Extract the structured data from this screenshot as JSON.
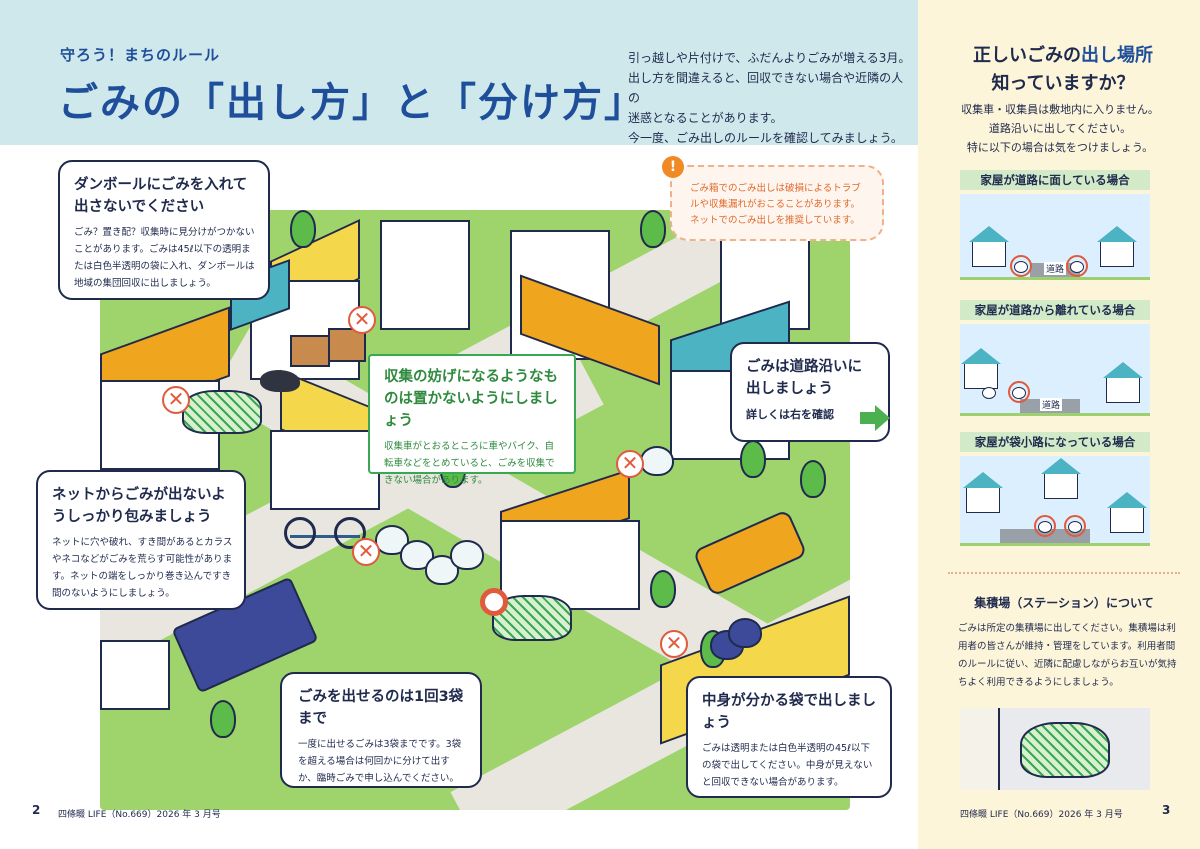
{
  "header": {
    "kicker": "守ろう！まちのルール",
    "title": "ごみの「出し方」と「分け方」",
    "intro": [
      "引っ越しや片付けで、ふだんよりごみが増える3月。",
      "出し方を間違えると、回収できない場合や近隣の人の",
      "迷惑となることがあります。",
      "今一度、ごみ出しのルールを確認してみましょう。"
    ]
  },
  "tip": {
    "badge": "!",
    "text": "ごみ箱でのごみ出しは破損によるトラブルや収集漏れがおこることがあります。ネットでのごみ出しを推奨しています。"
  },
  "callouts": {
    "cardboard": {
      "title": "ダンボールにごみを入れて出さないでください",
      "body": "ごみ？置き配？収集時に見分けがつかないことがあります。ごみは45ℓ以下の透明または白色半透明の袋に入れ、ダンボールは地域の集団回収に出しましょう。"
    },
    "obstruct": {
      "title": "収集の妨げになるようなものは置かないようにしましょう",
      "body": "収集車がとおるところに車やバイク、自転車などをとめていると、ごみを収集できない場合があります。"
    },
    "roadside": {
      "title": "ごみは道路沿いに出しましょう",
      "link": "詳しくは右を確認"
    },
    "net": {
      "title": "ネットからごみが出ないようしっかり包みましょう",
      "body": "ネットに穴や破れ、すき間があるとカラスやネコなどがごみを荒らす可能性があります。ネットの端をしっかり巻き込んですき間のないようにしましょう。"
    },
    "three_bags": {
      "title": "ごみを出せるのは1回3袋まで",
      "body": "一度に出せるごみは3袋までです。3袋を超える場合は何回かに分けて出すか、臨時ごみで申し込んでください。"
    },
    "see_through": {
      "title": "中身が分かる袋で出しましょう",
      "body": "ごみは透明または白色半透明の45ℓ以下の袋で出してください。中身が見えないと回収できない場合があります。"
    }
  },
  "scene_marks": {
    "x": "✕"
  },
  "sidebar": {
    "title_pre": "正しいごみの",
    "title_hl": "出し場所",
    "title_line2": "知っていますか？",
    "intro": [
      "収集車・収集員は敷地内に入りません。",
      "道路沿いに出してください。",
      "特に以下の場合は気をつけましょう。"
    ],
    "cases": [
      {
        "label": "家屋が道路に面している場合",
        "caption": "道路"
      },
      {
        "label": "家屋が道路から離れている場合",
        "caption": "道路"
      },
      {
        "label": "家屋が袋小路になっている場合",
        "caption": ""
      }
    ],
    "station": {
      "title": "集積場（ステーション）について",
      "body": "ごみは所定の集積場に出してください。集積場は利用者の皆さんが維持・管理をしています。利用者間のルールに従い、近隣に配慮しながらお互いが気持ちよく利用できるようにしましょう。"
    }
  },
  "footer": {
    "left_page": "2",
    "right_page": "3",
    "publication": "四條畷 LIFE（No.669）2026 年 3 月号"
  },
  "colors": {
    "header_bg": "#cfe8ec",
    "title_blue": "#1f4f9a",
    "sidebar_bg": "#fdf5d9",
    "green_text": "#2f8a3e",
    "accent_orange": "#f08a24",
    "mark_red": "#e05a3c"
  }
}
